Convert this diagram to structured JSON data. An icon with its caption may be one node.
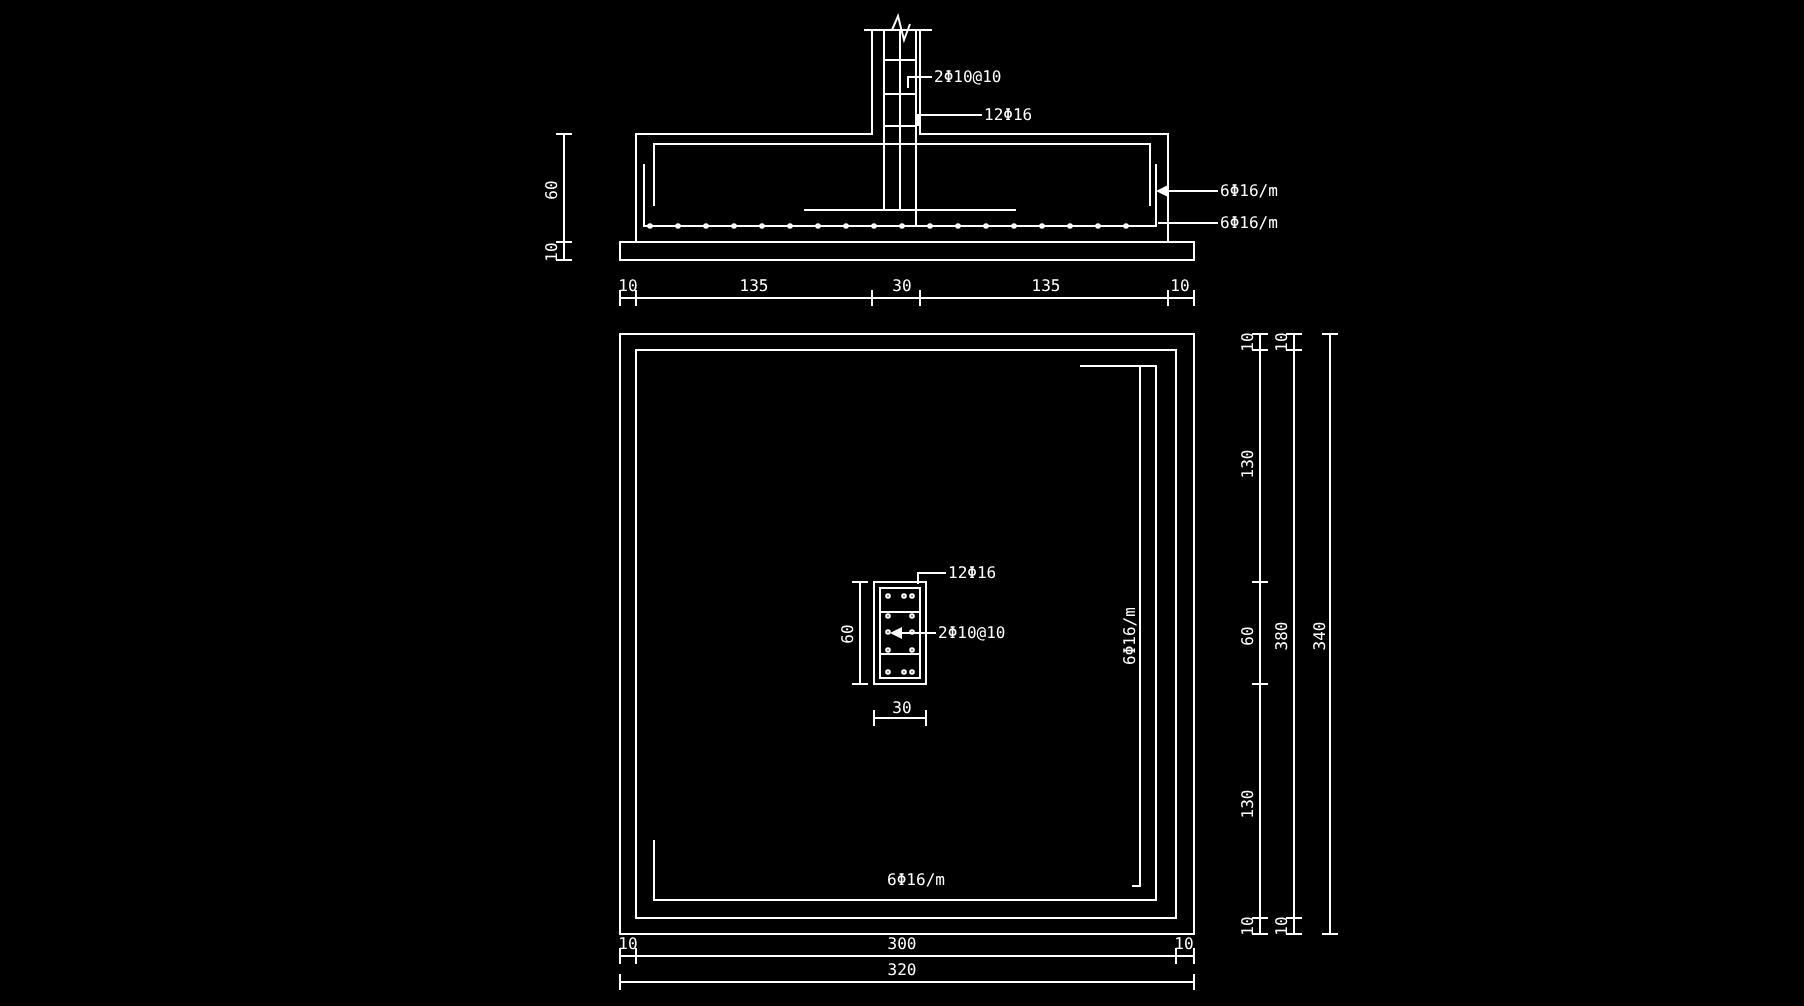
{
  "diagram": {
    "nodes": [
      {
        "text": [
          "2Φ10@10"
        ]
      },
      {
        "text": [
          "12Φ16"
        ]
      },
      {
        "text": [
          "6Φ16/m"
        ]
      },
      {
        "text": [
          "6Φ16/m"
        ]
      },
      {
        "text": [
          "12Φ16"
        ]
      },
      {
        "text": [
          "2Φ10@10"
        ]
      }
    ],
    "edges": [
      {
        "from": 0,
        "to": null,
        "arrow": "none"
      },
      {
        "from": 1,
        "to": null,
        "arrow": "none"
      },
      {
        "from": 2,
        "to": null,
        "arrow": "to"
      },
      {
        "from": 3,
        "to": null,
        "arrow": "none"
      },
      {
        "from": 4,
        "to": null,
        "arrow": "none"
      },
      {
        "from": 5,
        "to": null,
        "arrow": "to"
      }
    ],
    "labels": [
      "60",
      "10",
      "10",
      "135",
      "30",
      "135",
      "10",
      "60",
      "30",
      "6Φ16/m",
      "6Φ16/m",
      "10",
      "130",
      "60",
      "130",
      "10",
      "10",
      "380",
      "10",
      "340",
      "10",
      "300",
      "10",
      "320"
    ]
  }
}
